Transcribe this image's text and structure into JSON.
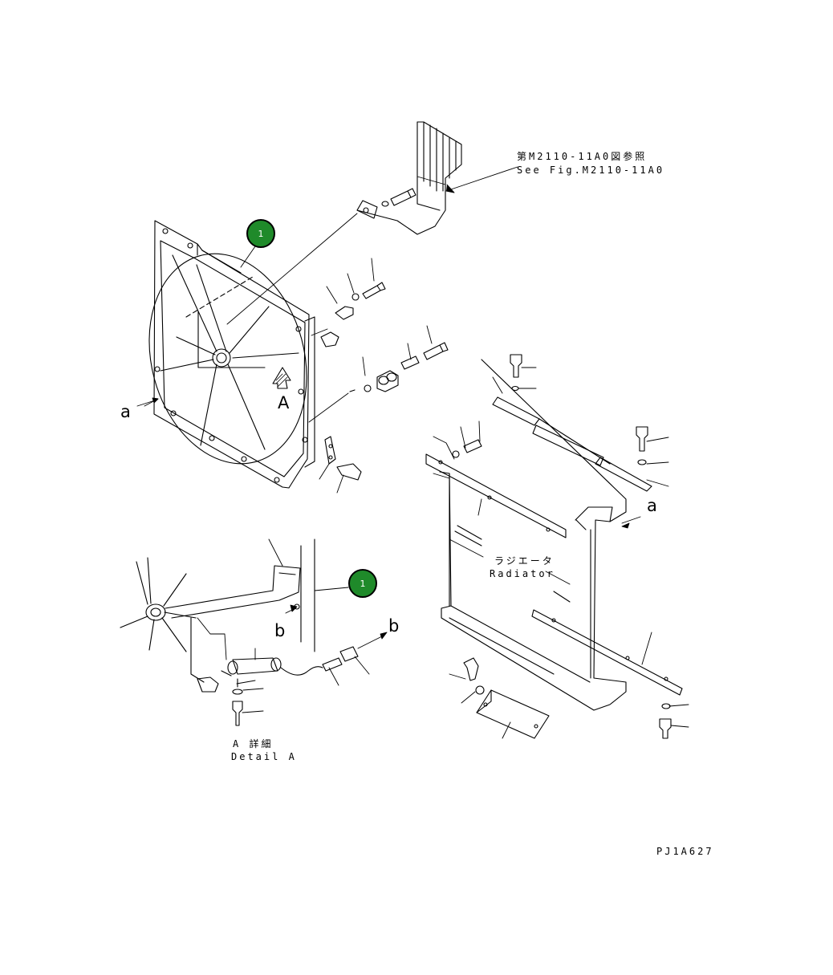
{
  "ref_fig": {
    "line1": "第M2110-11A0図参照",
    "line2": "See Fig.M2110-11A0"
  },
  "callouts": [
    {
      "number": "1"
    },
    {
      "number": "1"
    }
  ],
  "view_arrow_label": "A",
  "point_labels": {
    "a": "a",
    "b": "b"
  },
  "radiator": {
    "jp": "ラジエータ",
    "en": "Radiator"
  },
  "detail": {
    "jp": "A 詳細",
    "en": "Detail A"
  },
  "drawing_code": "PJ1A627",
  "colors": {
    "badge_fill": "#1f8a2a",
    "line": "#000000",
    "background": "#ffffff"
  }
}
